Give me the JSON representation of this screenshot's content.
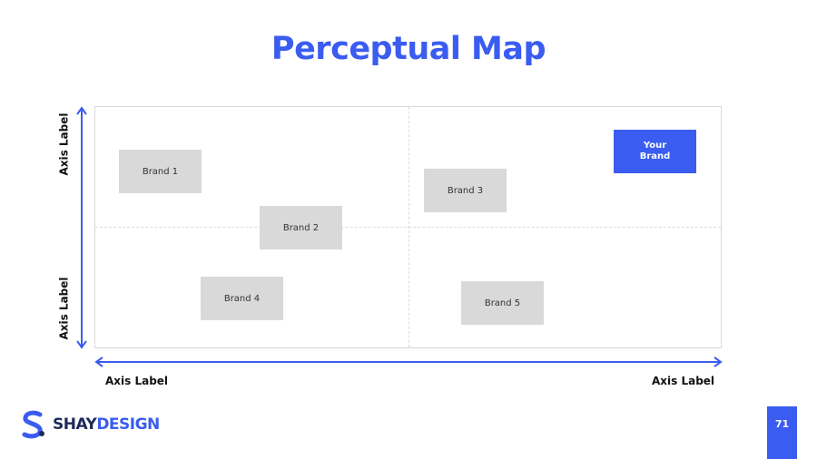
{
  "title": "Perceptual Map",
  "axes": {
    "y_top_label": "Axis Label",
    "y_bottom_label": "Axis Label",
    "x_left_label": "Axis Label",
    "x_right_label": "Axis Label"
  },
  "brands": [
    {
      "label": "Brand 1"
    },
    {
      "label": "Brand 2"
    },
    {
      "label": "Brand 3"
    },
    {
      "label": "Brand 4"
    },
    {
      "label": "Brand 5"
    },
    {
      "label": "Your\nBrand"
    }
  ],
  "logo": {
    "primary": "SHAY",
    "accent": "DESIGN"
  },
  "page_number": "71",
  "colors": {
    "accent": "#3a5cf0",
    "brand_box": "#d9d9d9",
    "logo_dark": "#1e2a5a"
  }
}
